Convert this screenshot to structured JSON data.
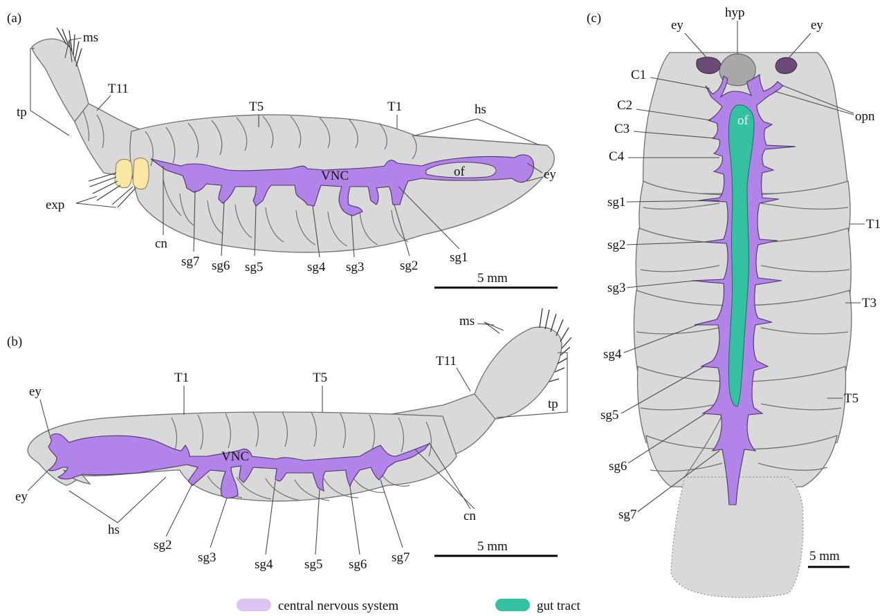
{
  "panels": {
    "a": {
      "label": "(a)",
      "labels": {
        "ms": "ms",
        "tp": "tp",
        "T11": "T11",
        "T5": "T5",
        "T1": "T1",
        "hs": "hs",
        "ey": "ey",
        "of": "of",
        "VNC": "VNC",
        "exp": "exp",
        "cn": "cn",
        "sg7": "sg7",
        "sg6": "sg6",
        "sg5": "sg5",
        "sg4": "sg4",
        "sg3": "sg3",
        "sg2": "sg2",
        "sg1": "sg1"
      },
      "scale_label": "5 mm"
    },
    "b": {
      "label": "(b)",
      "labels": {
        "ms": "ms",
        "tp": "tp",
        "T11": "T11",
        "T5": "T5",
        "T1": "T1",
        "ey_top": "ey",
        "ey_bottom": "ey",
        "VNC": "VNC",
        "hs": "hs",
        "cn": "cn",
        "sg2": "sg2",
        "sg3": "sg3",
        "sg4": "sg4",
        "sg5": "sg5",
        "sg6": "sg6",
        "sg7": "sg7"
      },
      "scale_label": "5 mm"
    },
    "c": {
      "label": "(c)",
      "labels": {
        "hyp": "hyp",
        "ey_left": "ey",
        "ey_right": "ey",
        "C1": "C1",
        "C2": "C2",
        "C3": "C3",
        "C4": "C4",
        "of": "of",
        "opn": "opn",
        "sg1": "sg1",
        "sg2": "sg2",
        "sg3": "sg3",
        "sg4": "sg4",
        "sg5": "sg5",
        "sg6": "sg6",
        "sg7": "sg7",
        "T1": "T1",
        "T3": "T3",
        "T5": "T5"
      },
      "scale_label": "5 mm"
    }
  },
  "legend": {
    "items": [
      {
        "label": "central nervous system",
        "color": "#dcc3f0"
      },
      {
        "label": "gut tract",
        "color": "#33c1a1"
      }
    ]
  },
  "colors": {
    "body": "#d9d9d9",
    "outline": "#6e6e6e",
    "nervous_system": "#b283e8",
    "nervous_system_light": "#dcc3f0",
    "gut": "#33c1a1",
    "eye": "#6b4a78",
    "hypostome": "#a8a8a8",
    "exopod": "#fbe7a3"
  }
}
